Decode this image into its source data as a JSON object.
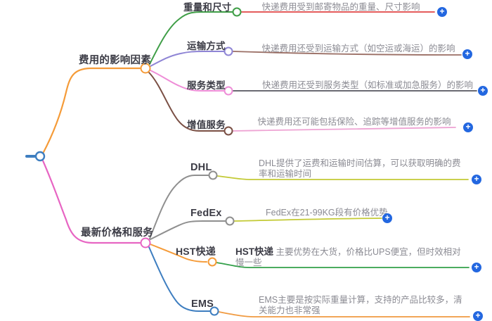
{
  "mindmap": {
    "branches": [
      {
        "label": "费用的影响因素",
        "children": [
          {
            "label": "重量和尺寸",
            "desc": "快递费用受到邮寄物品的重量、尺寸影响"
          },
          {
            "label": "运输方式",
            "desc": "快递费用还受到运输方式（如空运或海运）的影响"
          },
          {
            "label": "服务类型",
            "desc": "快递费用还受到服务类型（如标准或加急服务）的影响"
          },
          {
            "label": "增值服务",
            "desc": "快递费用还可能包括保险、追踪等增值服务的影响"
          }
        ]
      },
      {
        "label": "最新价格和服务",
        "children": [
          {
            "label": "DHL",
            "desc": "DHL提供了运费和运输时间估算，可以获取明确的费率和运输时间"
          },
          {
            "label": "FedEx",
            "desc": "FedEx在21-99KG段有价格优势"
          },
          {
            "label": "HST快递",
            "desc_bold": "HST快递",
            "desc": " 主要优势在大货，价格比UPS便宜，但时效相对慢一些"
          },
          {
            "label": "EMS",
            "desc": "EMS主要是按实际重量计算，支持的产品比较多，清关能力也非常强"
          }
        ]
      }
    ]
  },
  "icons": {
    "plus": "+"
  },
  "colors": {
    "background": "#ffffff",
    "label_text": "#3c3c46",
    "desc_text": "#8b8b93",
    "root_blue": "#3e7ec0",
    "branch_factors_orange": "#f59b38",
    "branch_prices_pink": "#e765c3",
    "weight_green": "#3f9e47",
    "transport_purple": "#8f85d5",
    "service_pink": "#ee8dd7",
    "addon_brown": "#7a4f44",
    "weight_line_red": "#e04545",
    "transport_line_maroon": "#9a6e64",
    "service_line_gray": "#55555e",
    "addon_line_pink": "#eea3d3",
    "carrier_gray": "#8f8f8f",
    "carrier_line_yellow": "#c3ca35",
    "hst_line_green": "#33a04a",
    "ems_line_orange": "#f09a40",
    "plus_blue": "#2367e0"
  }
}
